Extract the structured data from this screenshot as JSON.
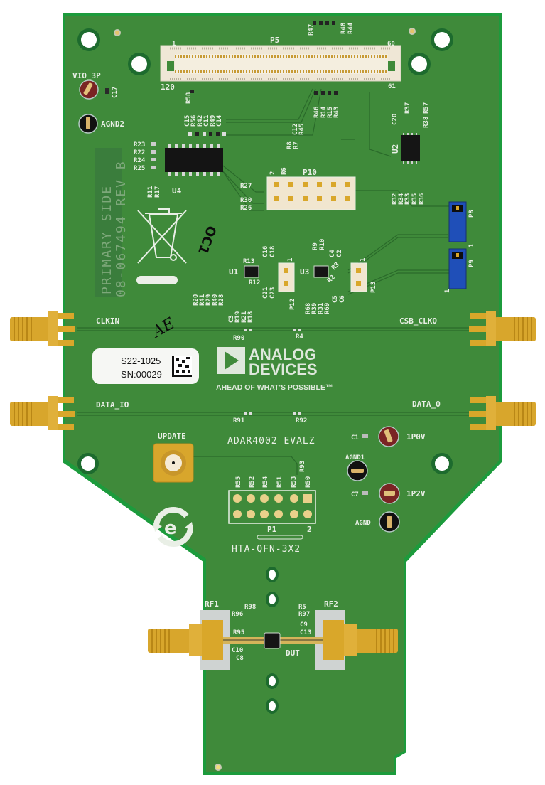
{
  "board": {
    "name": "ADAR4002 EVALZ",
    "socket": "HTA-QFN-3X2",
    "revision_line1": "PRIMARY SIDE",
    "revision_line2": "08-067494 REV B",
    "colors": {
      "pcb": "#3f8a3a",
      "pcb_edge": "#1f9a3f",
      "silkscreen": "#e9efe6",
      "gold": "#d9a72a",
      "background": "#ffffff"
    }
  },
  "brand": {
    "line1": "ANALOG",
    "line2": "DEVICES",
    "tagline": "AHEAD OF WHAT'S POSSIBLE™"
  },
  "sticker": {
    "part": "S22-1025",
    "serial": "SN:00029"
  },
  "handwriting": {
    "mark1": "AE",
    "mark2": "OC1"
  },
  "connectors": {
    "p5": {
      "label": "P5",
      "pin_first": "1",
      "pin_last_top": "60",
      "pin_bottom_left": "120",
      "pin_bottom_right": "61"
    },
    "p10": {
      "label": "P10",
      "pin": "2"
    },
    "p1": {
      "label": "P1",
      "pin": "2"
    },
    "p8": {
      "label": "P8",
      "pin": "1"
    },
    "p9": {
      "label": "P9",
      "pin": "1"
    },
    "p12": {
      "label": "P12",
      "pin": "1"
    },
    "p13": {
      "label": "P13",
      "pin": "1"
    },
    "sma": {
      "clkin": "CLKIN",
      "csb_clko": "CSB_CLKO",
      "data_io": "DATA_IO",
      "data_o": "DATA_O",
      "update": "UPDATE",
      "rf1": "RF1",
      "rf2": "RF2"
    }
  },
  "test_points": {
    "vio_3p": "VIO_3P",
    "agnd2": "AGND2",
    "p1v0": "1P0V",
    "agnd1": "AGND1",
    "p1v2": "1P2V",
    "agnd": "AGND"
  },
  "ics": {
    "u1": "U1",
    "u2": "U2",
    "u3": "U3",
    "u4": "U4",
    "dut": "DUT"
  },
  "components": {
    "top": [
      "R47",
      "R48",
      "R44",
      "R58",
      "C15",
      "R56",
      "R42",
      "C11",
      "R49",
      "C14",
      "C12",
      "R45",
      "R46",
      "R14",
      "R15",
      "R43",
      "R8",
      "R7",
      "C20",
      "R37",
      "R57",
      "R38"
    ],
    "u4_left": [
      "R23",
      "R22",
      "R24",
      "R25",
      "R11",
      "R17"
    ],
    "p10_left": [
      "R27",
      "R30",
      "R26",
      "R6"
    ],
    "u2_bottom": [
      "R32",
      "R34",
      "R33",
      "R35",
      "R36"
    ],
    "c17": "C17",
    "u1_area": [
      "R13",
      "R12",
      "C16",
      "C18",
      "C21",
      "C23",
      "R20",
      "R41",
      "R29",
      "R40",
      "R28",
      "C3",
      "R19",
      "R21",
      "R18"
    ],
    "u3_area": [
      "R9",
      "R10",
      "C4",
      "C2",
      "R3",
      "R2",
      "C5",
      "C6",
      "R68",
      "R39",
      "R31",
      "R69"
    ],
    "lines": [
      "R90",
      "R4",
      "R91",
      "R92"
    ],
    "p1_area": [
      "R93",
      "R55",
      "R52",
      "R54",
      "R51",
      "R53",
      "R50"
    ],
    "power": [
      "C1",
      "C7"
    ],
    "rf_area": [
      "R98",
      "R96",
      "R95",
      "R5",
      "R97",
      "C9",
      "C13",
      "C10",
      "C8"
    ]
  }
}
